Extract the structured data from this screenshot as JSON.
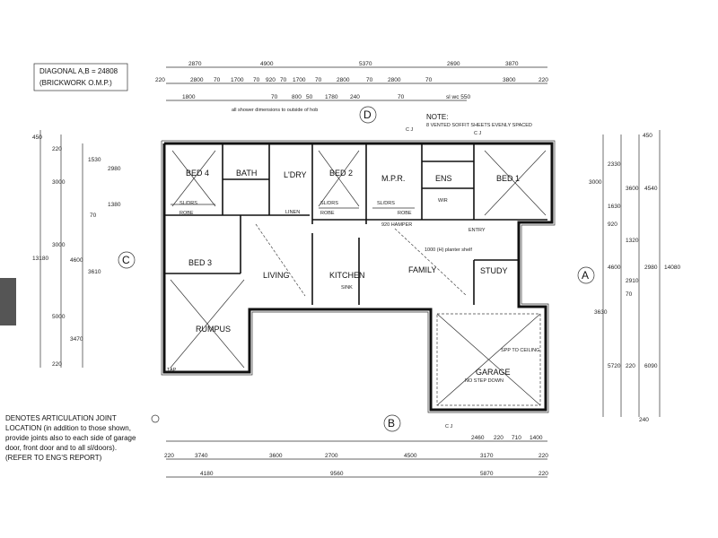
{
  "diagonal_note": {
    "line1": "DIAGONAL A,B = 24808",
    "line2": "(BRICKWORK O.M.P.)"
  },
  "top_note": {
    "line1": "NOTE:",
    "line2": "8 VENTED SOFFIT SHEETS EVENLY SPACED"
  },
  "articulation_note": {
    "lines": [
      "DENOTES ARTICULATION JOINT",
      "LOCATION (in addition to those shown,",
      "provide joints also to each side of garage",
      "door, front door and to all sl/doors).",
      "(REFER TO ENG'S REPORT)"
    ]
  },
  "elevation_markers": {
    "a": "A",
    "b": "B",
    "c": "C",
    "d": "D"
  },
  "rooms": {
    "bed4": "BED 4",
    "bath": "BATH",
    "ldry": "L'DRY",
    "bed2": "BED 2",
    "mpr": "M.P.R.",
    "ens": "ENS",
    "wir": "WIR",
    "bed1": "BED 1",
    "bed3": "BED 3",
    "living": "LIVING",
    "kitchen": "KITCHEN",
    "family": "FAMILY",
    "study": "STUDY",
    "entry": "ENTRY",
    "rumpus": "RUMPUS",
    "garage": "GARAGE"
  },
  "labels": {
    "robe1": "ROBE",
    "robe2": "ROBE",
    "robe3": "ROBE",
    "sldrs1": "SL/DRS",
    "sldrs2": "SL/DRS",
    "sldrs3": "SL/DRS",
    "sink": "SINK",
    "linen": "LINEN",
    "no_step": "NO STEP DOWN",
    "spp_ceiling": "SPP TO CEILING",
    "hamper": "920 HAMPER",
    "planter": "1000 (H) planter shelf",
    "all_shower": "all shower dimensions to outside of hob",
    "cj": "C J",
    "tap": "TAP"
  },
  "top_dims_row1": [
    "2870",
    "4900",
    "5370",
    "2690",
    "3870"
  ],
  "top_dims_row2": [
    "220",
    "2800",
    "70",
    "1700",
    "70",
    "920",
    "70",
    "1700",
    "70",
    "2800",
    "70",
    "2800",
    "70",
    "3800",
    "220"
  ],
  "top_dims_row3": [
    "1800",
    "70",
    "800",
    "50",
    "1780",
    "240",
    "70",
    "sl wc 550"
  ],
  "bottom_dims_row1": [
    "2460",
    "220",
    "710",
    "1400"
  ],
  "bottom_dims_row2": [
    "220",
    "3740",
    "3600",
    "2700",
    "4500",
    "3170",
    "220"
  ],
  "bottom_dims_row3": [
    "4180",
    "9560",
    "5870",
    "220"
  ],
  "left_dims": [
    "450",
    "220",
    "3000",
    "1530",
    "2980",
    "1380",
    "70",
    "13180",
    "3000",
    "4600",
    "3610",
    "3470",
    "5000",
    "220"
  ],
  "right_dims": [
    "450",
    "2330",
    "3000",
    "4540",
    "3600",
    "1630",
    "920",
    "1320",
    "2910",
    "4600",
    "2980",
    "14080",
    "70",
    "3630",
    "5720",
    "6090",
    "220",
    "240"
  ]
}
